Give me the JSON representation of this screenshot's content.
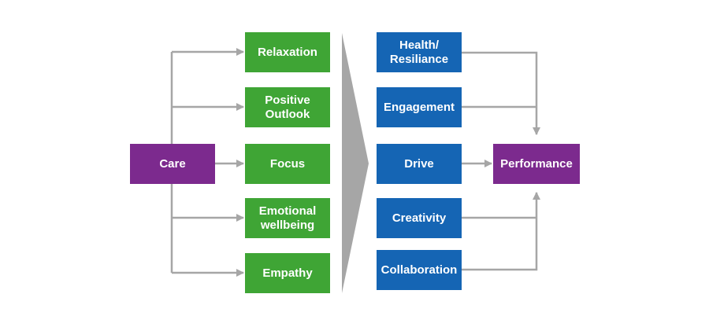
{
  "source": {
    "label": "Care"
  },
  "factors": [
    {
      "label": "Relaxation"
    },
    {
      "label": "Positive Outlook"
    },
    {
      "label": "Focus"
    },
    {
      "label": "Emotional wellbeing"
    },
    {
      "label": "Empathy"
    }
  ],
  "outcomes": [
    {
      "label": "Health/ Resiliance"
    },
    {
      "label": "Engagement"
    },
    {
      "label": "Drive"
    },
    {
      "label": "Creativity"
    },
    {
      "label": "Collaboration"
    }
  ],
  "result": {
    "label": "Performance"
  },
  "colors": {
    "source": "#7c2a8e",
    "factor": "#3fa535",
    "outcome": "#1565b4",
    "result": "#7c2a8e",
    "connector": "#a6a6a6",
    "big_arrow": "#a6a6a6"
  }
}
